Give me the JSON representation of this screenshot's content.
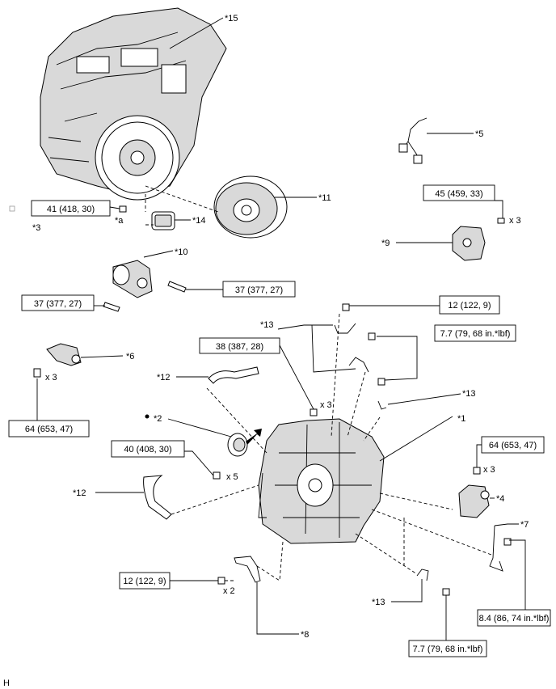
{
  "callouts": {
    "c15": "*15",
    "c5": "*5",
    "c11": "*11",
    "c14": "*14",
    "ca": "*a",
    "c3": "*3",
    "c9": "*9",
    "c10": "*10",
    "c6": "*6",
    "c12a": "*12",
    "c13a": "*13",
    "c13b": "*13",
    "c1": "*1",
    "c2": "*2",
    "c12b": "*12",
    "c4": "*4",
    "c7": "*7",
    "c13c": "*13",
    "c8": "*8",
    "footer": "H"
  },
  "torques": {
    "t41": "41 (418, 30)",
    "t45": "45 (459, 33)",
    "t37a": "37 (377, 27)",
    "t37b": "37 (377, 27)",
    "t12a": "12 (122, 9)",
    "t77a": "7.7 (79, 68 in.*lbf)",
    "t38": "38 (387, 28)",
    "t64a": "64 (653, 47)",
    "t40": "40 (408, 30)",
    "t64b": "64 (653, 47)",
    "t12b": "12 (122, 9)",
    "t84": "8.4 (86, 74 in.*lbf)",
    "t77b": "7.7 (79, 68 in.*lbf)"
  },
  "quantities": {
    "q9": "x 3",
    "q6": "x 3",
    "q38": "x 3",
    "q40": "x 5",
    "q4": "x 3",
    "q12": "x 2"
  },
  "icons": {
    "bullet": "filled-circle-icon",
    "arrow": "insertion-arrow-icon",
    "checkbox": "empty-square-icon"
  }
}
